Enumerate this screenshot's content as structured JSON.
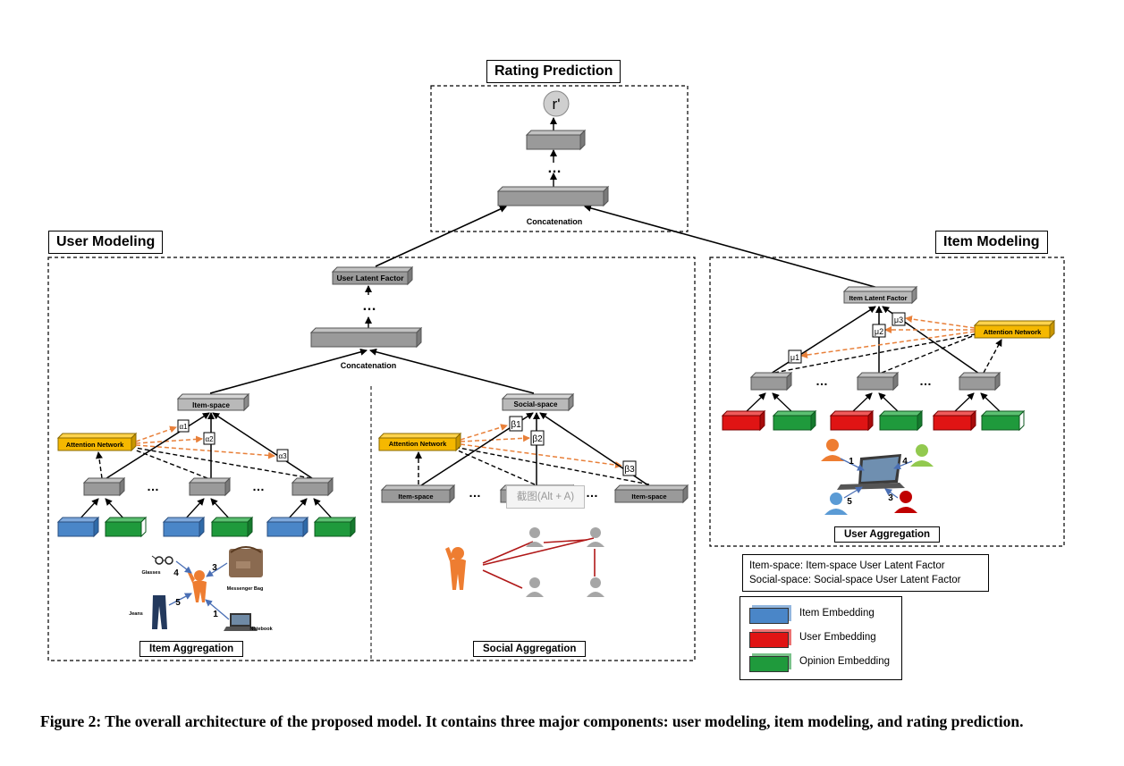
{
  "sections": {
    "rating_prediction": "Rating Prediction",
    "user_modeling": "User Modeling",
    "item_modeling": "Item Modeling"
  },
  "nodes": {
    "rating_output": "r'",
    "concatenation": "Concatenation",
    "dots": "…",
    "user_latent_factor": "User Latent Factor",
    "item_latent_factor": "Item Latent Factor",
    "item_space": "Item-space",
    "social_space": "Social-space",
    "attention_network": "Attention Network"
  },
  "weights": {
    "alpha1": "α1",
    "alpha2": "α2",
    "alpha3": "α3",
    "beta1": "β1",
    "beta2": "β2",
    "beta3": "β3",
    "mu1": "μ1",
    "mu2": "μ2",
    "mu3": "μ3"
  },
  "aggregations": {
    "item": "Item Aggregation",
    "social": "Social  Aggregation",
    "user": "User Aggregation"
  },
  "item_aggregation_items": {
    "glasses": "Glasses",
    "messenger_bag": "Messenger Bag",
    "jeans": "Jeans",
    "notebook": "Notebook",
    "n1": "1",
    "n3": "3",
    "n4": "4",
    "n5": "5"
  },
  "user_aggregation_numbers": {
    "n1": "1",
    "n3": "3",
    "n4": "4",
    "n5": "5"
  },
  "tooltip": "截图(Alt + A)",
  "definitions": {
    "item_space": "Item-space:  Item-space User Latent Factor",
    "social_space": "Social-space: Social-space User Latent Factor"
  },
  "legend": [
    {
      "label": "Item Embedding",
      "color": "#4a86c8"
    },
    {
      "label": "User Embedding",
      "color": "#e01414"
    },
    {
      "label": "Opinion Embedding",
      "color": "#1f9a3c"
    }
  ],
  "colors": {
    "attention": "#f5b800",
    "gray_block": "#9a9a9a",
    "person_orange": "#ee7d31",
    "person_red": "#c00000",
    "person_green": "#92c94f",
    "person_blue": "#5b9bd5",
    "social_link": "#b01818",
    "attention_arrow": "#e8803a"
  },
  "caption": "Figure 2: The overall architecture of the proposed model. It contains three major components: user modeling, item modeling, and rating prediction."
}
